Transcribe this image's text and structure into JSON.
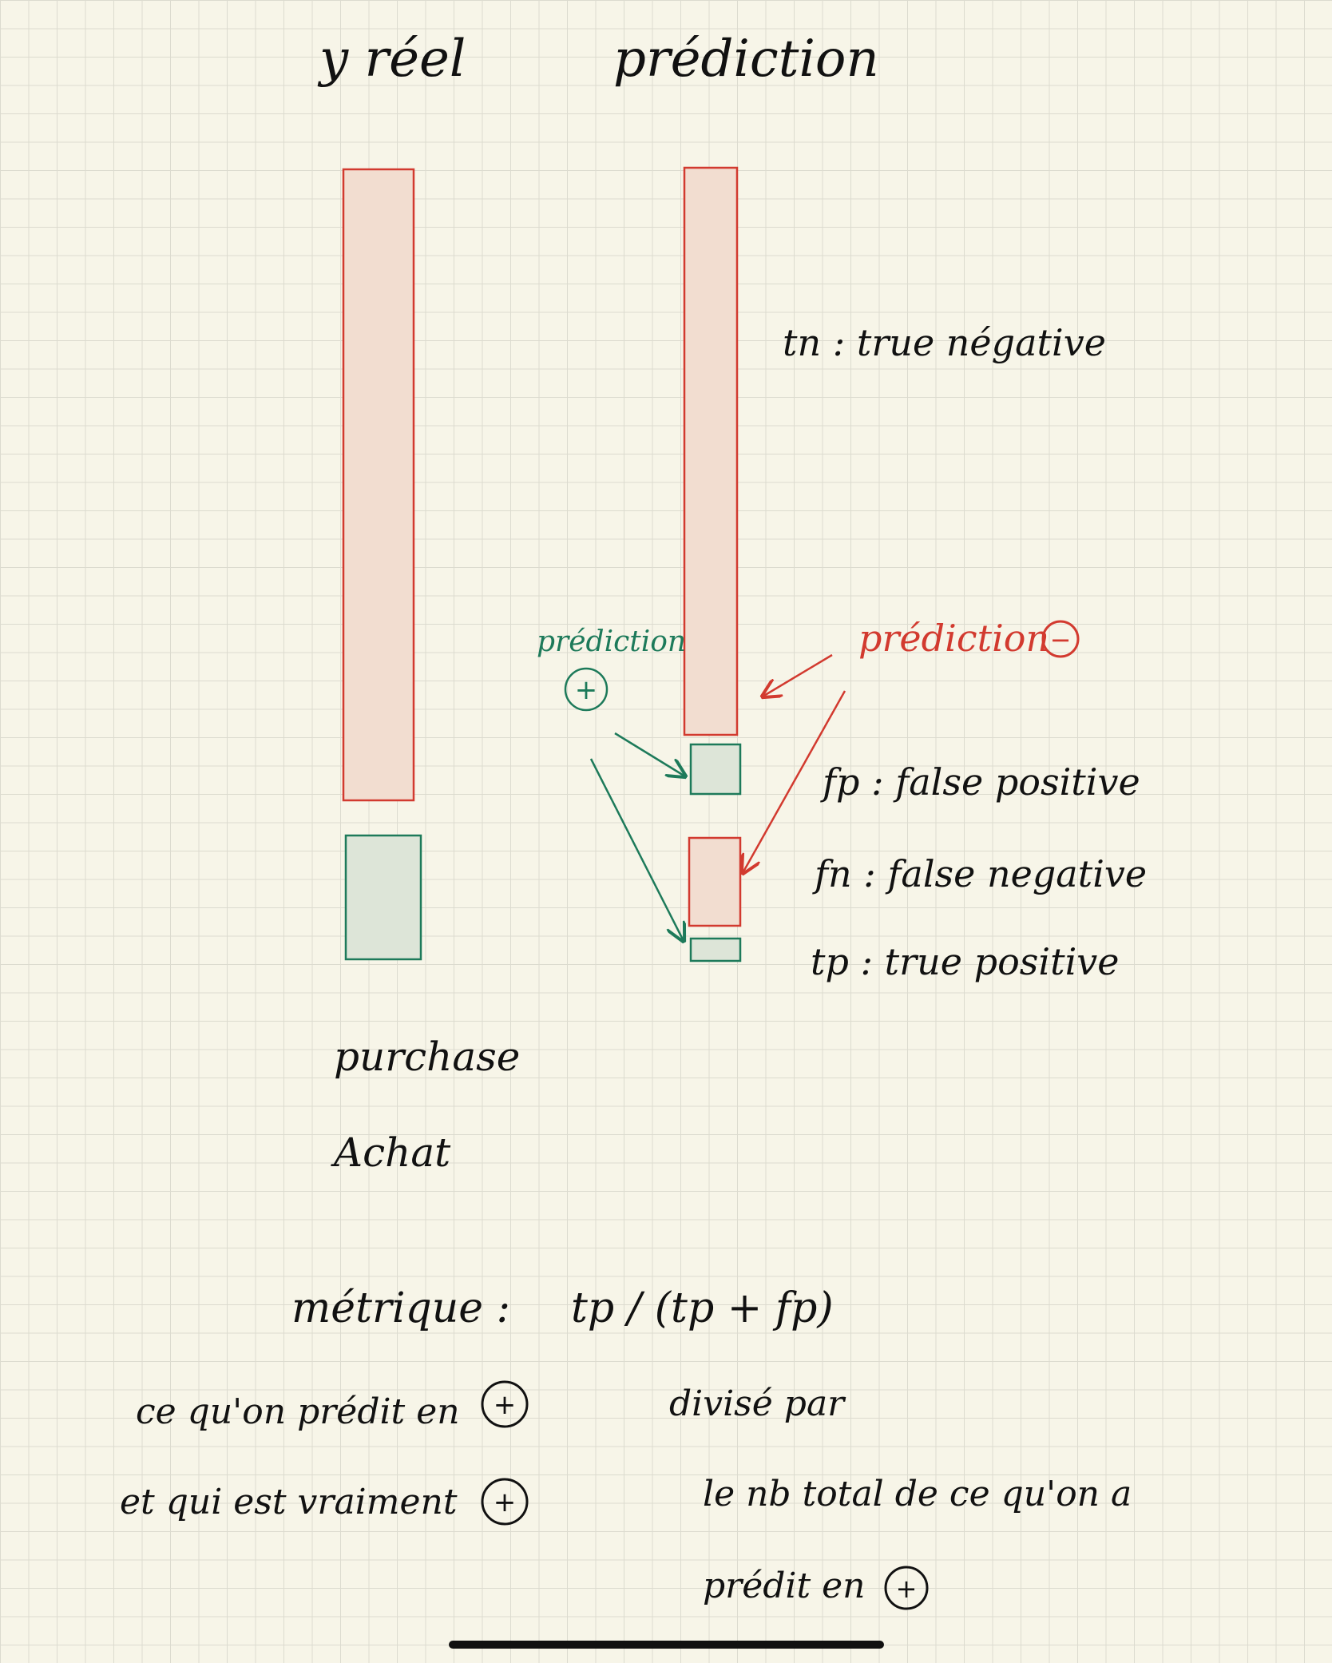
{
  "headers": {
    "actual": "y réel",
    "prediction": "prédiction"
  },
  "annotations": {
    "tn": "tn : true négative",
    "fp": "fp : false positive",
    "fn": "fn : false negative",
    "tp": "tp : true positive",
    "pred_pos": "prédiction",
    "pred_neg": "prédiction",
    "purchase": "purchase",
    "achat": "Achat"
  },
  "bottom": {
    "metric_label": "métrique :",
    "formula": "tp / (tp + fp)",
    "line1": "ce qu'on prédit en",
    "line2": "et qui est vraiment",
    "divise": "divisé par",
    "total": "le nb total de ce qu'on a",
    "predit_en": "prédit en"
  },
  "signs": {
    "plus": "+",
    "minus": "−"
  },
  "colors": {
    "negative_stroke": "#d23a2f",
    "negative_fill": "#f2ddd0",
    "positive_stroke": "#1d7a5a",
    "positive_fill": "#dde5d8",
    "ink": "#111111",
    "home_bar": "#111111"
  }
}
